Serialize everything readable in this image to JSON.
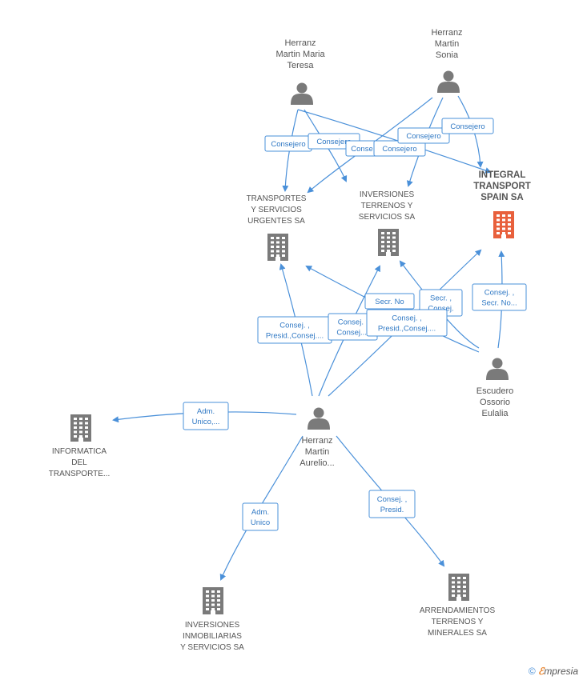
{
  "colors": {
    "edge": "#4a90d9",
    "person_icon": "#7a7a7a",
    "company_icon": "#7a7a7a",
    "company_highlight": "#e8603c",
    "label_text": "#555555",
    "role_text": "#2f78c4"
  },
  "people": [
    {
      "id": "p_teresa",
      "lines": [
        "Herranz",
        "Martin Maria",
        "Teresa"
      ],
      "icon": "person-icon"
    },
    {
      "id": "p_sonia",
      "lines": [
        "Herranz",
        "Martin",
        "Sonia"
      ],
      "icon": "person-icon"
    },
    {
      "id": "p_eulalia",
      "lines": [
        "Escudero",
        "Ossorio",
        "Eulalia"
      ],
      "icon": "person-icon"
    },
    {
      "id": "p_aurelio",
      "lines": [
        "Herranz",
        "Martin",
        "Aurelio..."
      ],
      "icon": "person-icon"
    }
  ],
  "companies": [
    {
      "id": "c_integral",
      "lines": [
        "INTEGRAL",
        "TRANSPORT",
        "SPAIN SA"
      ],
      "highlight": true,
      "icon": "building-icon"
    },
    {
      "id": "c_transportes",
      "lines": [
        "TRANSPORTES",
        "Y SERVICIOS",
        "URGENTES SA"
      ],
      "highlight": false,
      "icon": "building-icon"
    },
    {
      "id": "c_inversiones_terrenos",
      "lines": [
        "INVERSIONES",
        "TERRENOS Y",
        "SERVICIOS SA"
      ],
      "highlight": false,
      "icon": "building-icon"
    },
    {
      "id": "c_informatica",
      "lines": [
        "INFORMATICA",
        "DEL",
        "TRANSPORTE..."
      ],
      "highlight": false,
      "icon": "building-icon"
    },
    {
      "id": "c_inmobiliarias",
      "lines": [
        "INVERSIONES",
        "INMOBILIARIAS",
        "Y SERVICIOS SA"
      ],
      "highlight": false,
      "icon": "building-icon"
    },
    {
      "id": "c_arrendamientos",
      "lines": [
        "ARRENDAMIENTOS",
        "TERRENOS Y",
        "MINERALES SA"
      ],
      "highlight": false,
      "icon": "building-icon"
    }
  ],
  "roles": [
    {
      "id": "r1",
      "lines": [
        "Consejero"
      ]
    },
    {
      "id": "r2",
      "lines": [
        "Consejero"
      ]
    },
    {
      "id": "r3",
      "lines": [
        "Conse"
      ]
    },
    {
      "id": "r4",
      "lines": [
        "Consejero"
      ]
    },
    {
      "id": "r5",
      "lines": [
        "Consejero"
      ]
    },
    {
      "id": "r6",
      "lines": [
        "Consejero"
      ]
    },
    {
      "id": "r7",
      "lines": [
        "Consej. ,",
        "Secr. No..."
      ]
    },
    {
      "id": "r8",
      "lines": [
        "Secr. No"
      ]
    },
    {
      "id": "r9",
      "lines": [
        "Secr. ,",
        "Consej."
      ]
    },
    {
      "id": "r10",
      "lines": [
        "Consej. ,",
        "Presid.,Consej...."
      ]
    },
    {
      "id": "r11",
      "lines": [
        "Consej. ,",
        "Consej...."
      ]
    },
    {
      "id": "r12",
      "lines": [
        "Consej. ,",
        "Presid.,Consej...."
      ]
    },
    {
      "id": "r13",
      "lines": [
        "Adm.",
        "Unico,..."
      ]
    },
    {
      "id": "r14",
      "lines": [
        "Adm.",
        "Unico"
      ]
    },
    {
      "id": "r15",
      "lines": [
        "Consej. ,",
        "Presid."
      ]
    }
  ],
  "footer": {
    "copyright": "©",
    "brand_initial": "ℰ",
    "brand_rest": "mpresia"
  }
}
